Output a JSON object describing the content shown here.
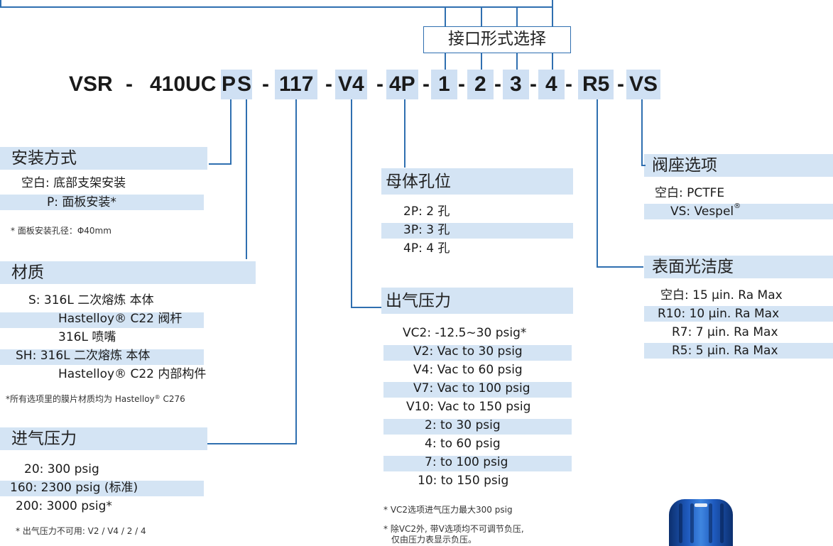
{
  "interface_label": "接口形式选择",
  "code": {
    "prefix": "VSR",
    "model": "410UC",
    "p": "P",
    "s": "S",
    "inlet": "117",
    "outlet": "V4",
    "ports": "4P",
    "i1": "1",
    "i2": "2",
    "i3": "3",
    "i4": "4",
    "finish": "R5",
    "seat": "VS",
    "dash": "-"
  },
  "mounting": {
    "title": "安装方式",
    "options": [
      "空白: 底部支架安装",
      "P: 面板安装*"
    ],
    "note": "* 面板安装孔径：Φ40mm"
  },
  "material": {
    "title": "材质",
    "lines": [
      "S: 316L 二次熔炼 本体",
      "Hastelloy",
      "® C22 阀杆",
      "316L 喷嘴",
      "SH: 316L 二次熔炼 本体",
      "Hastelloy",
      "® C22 内部构件"
    ],
    "note_a": "*所有选项里的膜片材质均为 Hastelloy",
    "note_reg": "®",
    "note_b": " C276"
  },
  "inlet_pressure": {
    "title": "进气压力",
    "options": [
      "20: 300 psig",
      "160: 2300 psig (标准)",
      "200: 3000 psig*"
    ],
    "note": "*  出气压力不可用: V2 / V4 / 2 / 4"
  },
  "body_ports": {
    "title": "母体孔位",
    "options": [
      "2P: 2 孔",
      "3P: 3 孔",
      "4P: 4 孔"
    ]
  },
  "outlet_pressure": {
    "title": "出气压力",
    "options": [
      "VC2: -12.5~30 psig*",
      "V2:  Vac to 30 psig",
      "V4:  Vac to 60 psig",
      "V7:  Vac to 100 psig",
      "V10:  Vac to 150 psig",
      "2:  to 30 psig",
      "4:  to 60 psig",
      "7:  to 100 psig",
      "10:  to 150 psig"
    ],
    "note1": "* VC2选项进气压力最大300 psig",
    "note2a": "* 除VC2外, 带V选项均不可调节负压,",
    "note2b": "仅由压力表显示负压。"
  },
  "seat": {
    "title": "阀座选项",
    "options": [
      "空白:  PCTFE",
      "VS:  Vespel",
      "®"
    ]
  },
  "finish": {
    "title": "表面光洁度",
    "options": [
      "空白: 15 μin. Ra Max",
      "R10: 10 μin. Ra Max",
      "R7: 7 μin. Ra Max",
      "R5: 5 μin. Ra Max"
    ]
  },
  "colors": {
    "accent_line": "#2f6fb0",
    "highlight": "#d4e4f4"
  }
}
